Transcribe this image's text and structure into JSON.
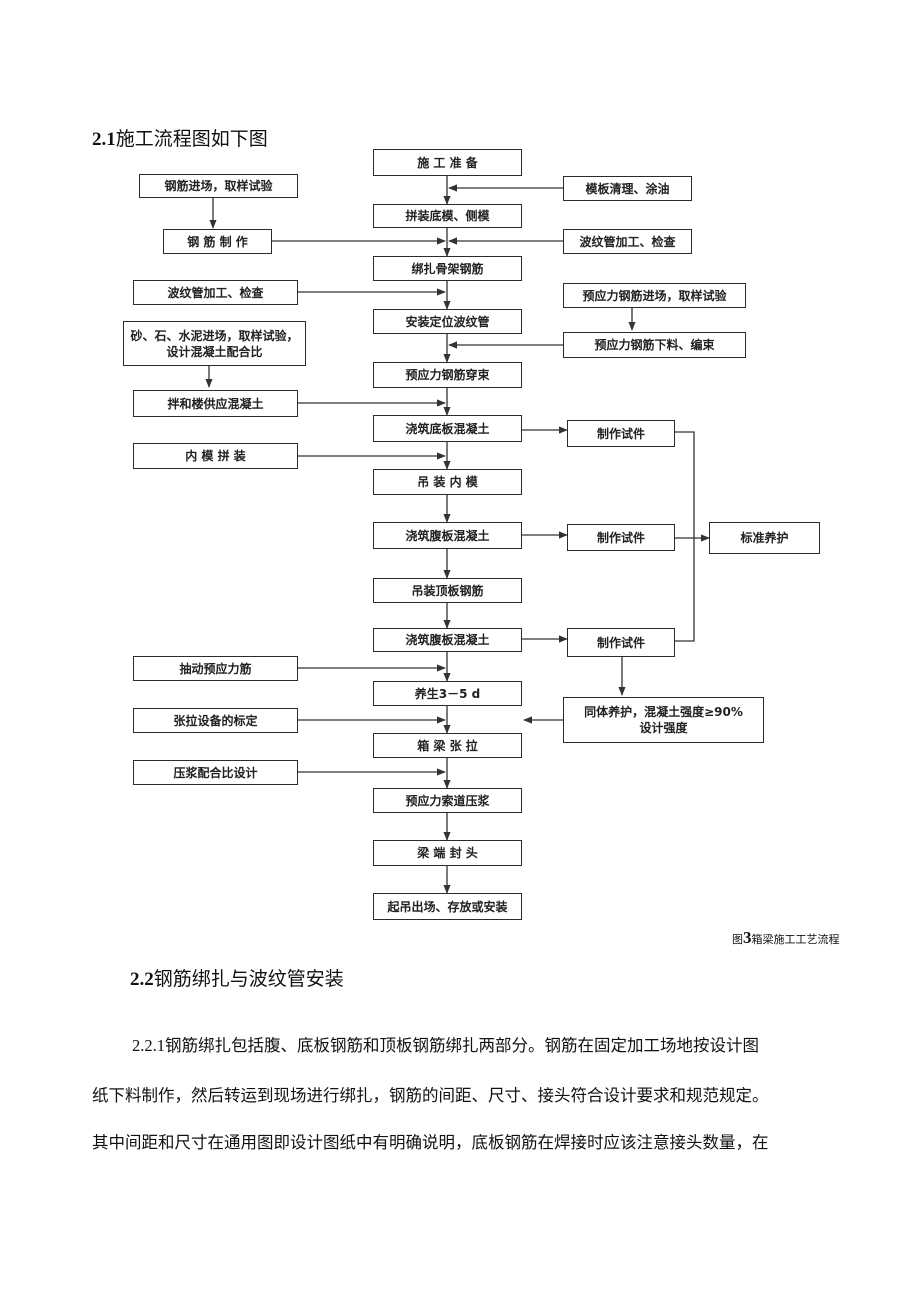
{
  "section_2_1": {
    "num": "2.1",
    "title": "施工流程图如下图"
  },
  "flow": {
    "b_prep": "施 工 准 备",
    "b_assemble_mold": "拼装底模、侧模",
    "b_bind_skeleton": "绑扎骨架钢筋",
    "b_install_duct": "安装定位波纹管",
    "b_thread_strand": "预应力钢筋穿束",
    "b_pour_bottom": "浇筑底板混凝土",
    "b_hoist_inner": "吊 装 内 模",
    "b_pour_web": "浇筑腹板混凝土",
    "b_hoist_top_rebar": "吊装顶板钢筋",
    "b_pour_web2": "浇筑腹板混凝土",
    "b_cure": "养生3－5 d",
    "b_tension": "箱 梁 张 拉",
    "b_grout": "预应力索道压浆",
    "b_seal": "梁 端 封 头",
    "b_lift": "起吊出场、存放或安装",
    "l_rebar_in": "钢筋进场，取样试验",
    "l_rebar_make": "钢 筋 制 作",
    "l_duct_check": "波纹管加工、检查",
    "l_sand_1": "砂、石、水泥进场，取样试验，",
    "l_sand_2": "设计混凝土配合比",
    "l_mix": "拌和楼供应混凝土",
    "l_inner": "内 模 拼 装",
    "l_pull": "抽动预应力筋",
    "l_calib": "张拉设备的标定",
    "l_grout_mix": "压浆配合比设计",
    "r_mold_clean": "模板清理、涂油",
    "r_duct_check": "波纹管加工、检查",
    "r_strand_in": "预应力钢筋进场，取样试验",
    "r_strand_cut": "预应力钢筋下料、编束",
    "r_spec1": "制作试件",
    "r_spec2": "制作试件",
    "r_spec3": "制作试件",
    "r_std_cure": "标准养护",
    "r_same_1": "同体养护，混凝土强度≥90%",
    "r_same_2": "设计强度"
  },
  "caption": {
    "pre": "图",
    "num": "3",
    "text": "箱梁施工工艺流程"
  },
  "section_2_2": {
    "num": "2.2",
    "title": "钢筋绑扎与波纹管安装"
  },
  "paragraph": {
    "num": "2.2.1",
    "line1": "钢筋绑扎包括腹、底板钢筋和顶板钢筋绑扎两部分。钢筋在固定加工场地按设计图",
    "line2": "纸下料制作，然后转运到现场进行绑扎，钢筋的间距、尺寸、接头符合设计要求和规范规定。",
    "line3": "其中间距和尺寸在通用图即设计图纸中有明确说明，底板钢筋在焊接时应该注意接头数量，在"
  }
}
